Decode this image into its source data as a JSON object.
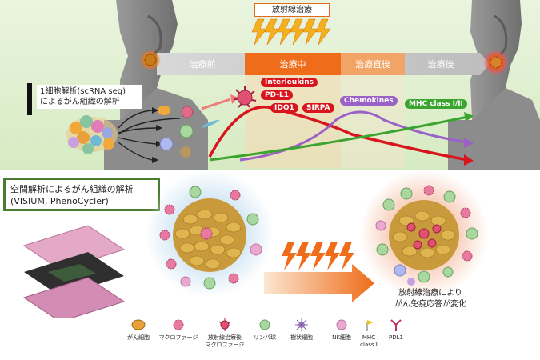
{
  "top": {
    "treatment_title": "放射線治療",
    "phases": [
      "治療前",
      "治療中",
      "治療直後",
      "治療後"
    ],
    "scrna_label_line1": "1細胞解析(scRNA seq)",
    "scrna_label_line2": "によるがん組織の解析",
    "markers": {
      "interleukins": "Interleukins",
      "pdl1": "PD-L1",
      "ido1": "IDO1",
      "sirpa": "SIRPA",
      "chemokines": "Chemokines",
      "mhc": "MHC class I/II"
    }
  },
  "bottom": {
    "spatial_label_line1": "空間解析によるがん組織の解析",
    "spatial_label_line2": "(VISIUM, PhenoCycler)",
    "result_line1": "放射線治療により",
    "result_line2": "がん免疫応答が変化"
  },
  "legend": [
    {
      "label": "がん細胞",
      "icon": "cancer-cell-icon"
    },
    {
      "label": "マクロファージ",
      "icon": "macrophage-icon"
    },
    {
      "label": "放射線治療後\nマクロファージ",
      "icon": "irradiated-macrophage-icon"
    },
    {
      "label": "リンパ球",
      "icon": "lymphocyte-icon"
    },
    {
      "label": "樹状細胞",
      "icon": "dendritic-cell-icon"
    },
    {
      "label": "NK細胞",
      "icon": "nk-cell-icon"
    },
    {
      "label": "MHC\nclass I",
      "icon": "mhc-class-i-icon"
    },
    {
      "label": "PDL1",
      "icon": "pdl1-icon"
    }
  ],
  "colors": {
    "top_background": "#d9ecc6",
    "treatment_orange": "#ef6c1a",
    "after_orange": "#f1a466",
    "interleukin_red": "#d8151c",
    "chemokine_purple": "#9a61c8",
    "mhc_green": "#3aa42f",
    "spatial_border": "#4a7c2f"
  }
}
